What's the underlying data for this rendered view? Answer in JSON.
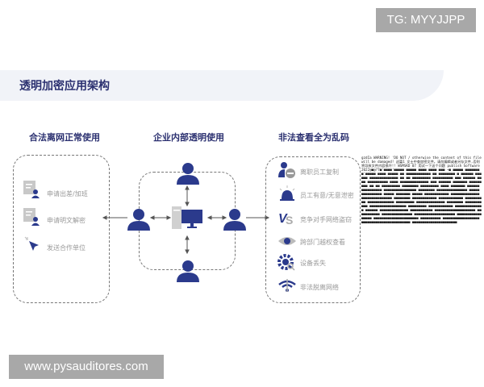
{
  "watermark_top": "TG: MYYJJPP",
  "watermark_bottom": "www.pysauditores.com",
  "header": {
    "title": "透明加密应用架构"
  },
  "left": {
    "heading": "合法离网正常使用",
    "items": [
      {
        "label": "申请出差/加班",
        "icon": "user-document-icon"
      },
      {
        "label": "申请明文解密",
        "icon": "user-document-icon"
      },
      {
        "label": "发送合作单位",
        "icon": "cursor-arrow-icon"
      }
    ]
  },
  "center": {
    "heading": "企业内部透明使用"
  },
  "right": {
    "heading": "非法查看全为乱码",
    "items": [
      {
        "label": "离职员工复制",
        "icon": "user-minus-icon"
      },
      {
        "label": "员工有意/无意泄密",
        "icon": "alarm-light-icon"
      },
      {
        "label": "竞争对手网络盗窃",
        "icon": "vs-icon"
      },
      {
        "label": "跨部门越权查看",
        "icon": "eye-icon"
      },
      {
        "label": "设备丢失",
        "icon": "gear-search-icon"
      },
      {
        "label": "非法脱离网络",
        "icon": "wifi-off-icon"
      }
    ]
  },
  "garbled_text": "gzdIa WARNING! 'DO NOT / otherwise the content of this file will be damaged! 这篇1 文士中查加密文件。请勿编辑或者另存文件,否则将导致文件内容损坏!! WSMSKD 07 用试一下这个问题 publish Software 2022@■@?7■'■■■■'■■■■■ ■■■■■ ■■■■ ■■■■ ■■■ ~■ ■■■■■ ■■■■■■■■'■■■■■ ■■■■ ■■■■■ ■■ ■■■■■■■■■■■■ ■■ ■■■■■■■■ ■ ■■■■■■ ■■■■■■ ■■■■■■■■■■■■■■ ■■ ■■ ■■■■■■■■■ ■■■■■■■■■■ ■■■ ■■■■■■ ■■■■ ■■■■■■■■■■ ■■■■ ■■■■■■■■■■■■■■ ■■■ ■■■■■■ ■■■■■■■ ■■■■■■■■■ ■■ ■■ ■■■■■■■■■ ■■■■■■■■ ■■■■■■■■■ ■■■■ ■■■■■■■ ■■■■■■ ■■■■■■■■■■ ■■■■■■■■■■■■■■■■ ■■■■■■■■ ■■■■■■■■■■■■■■■ ■■■■■ ■■■■■■■■■■ ■■■■■ ■■■■■■■ ■■■■■ ■■■■■■■■■■■■ ■■■■■■■■■■■■■■ ■■■■■■■■■■■■■■■ ■■■■■■■■ ■■■■■■■■■■■■ ■■■■■■■■■■■■ ■■■■■■■■■■ ■■■■■■■■■■■■■ ■■■■■■■■■ ■■■■■■■■■■■■■■ ■■■■■■■■ ■■■■■■■■■■■ ■■■■■■■■■■■■■■■■■■ ■■■■■■■■■ ■■■■■■■■■■■■ ■■■■■■■■■■■■■■ ■■■■■■ ■■■■■■■■■■■■■■ ■■■■■■■■■■■ ■■■■■■■■■■■■■■■■■■■■ ■■■■■■■■■■■ ■■■■■■■■■■■■■■■ ■■■■■■■■■■■■■■■■■■■■ ■■■■■■■■■■■■■■■■■ ■■■■■■■■■■■■■■■■■■■■■■ ■■■■■■■■■■ ■■■■■■■■■■■■■■■■■■ ■■■■■■■■■■■■■■■■■■■■■■■■ ■■■■■■■■■■■■■■■■■■■■■■"
}
